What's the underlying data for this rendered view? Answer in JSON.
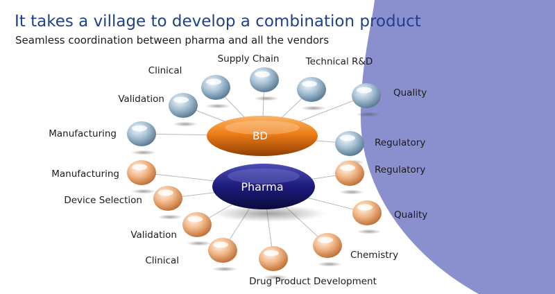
{
  "title": "It takes a village to develop a combination product",
  "subtitle": "Seamless coordination between pharma and all the vendors",
  "hubs": {
    "bd": "BD",
    "pharma": "Pharma"
  },
  "bd_nodes": [
    {
      "label": "Clinical"
    },
    {
      "label": "Supply Chain"
    },
    {
      "label": "Technical R&D"
    },
    {
      "label": "Quality"
    },
    {
      "label": "Validation"
    },
    {
      "label": "Manufacturing"
    },
    {
      "label": "Regulatory"
    }
  ],
  "pharma_nodes": [
    {
      "label": "Manufacturing"
    },
    {
      "label": "Regulatory"
    },
    {
      "label": "Device Selection"
    },
    {
      "label": "Quality"
    },
    {
      "label": "Validation"
    },
    {
      "label": "Clinical"
    },
    {
      "label": "Chemistry"
    },
    {
      "label": "Drug Product Development"
    }
  ],
  "colors": {
    "title": "#1f3f8f",
    "bd_hub": "#e8730e",
    "pharma_hub": "#1c1a78",
    "bd_sphere": "#8faec6",
    "pharma_sphere": "#eaa46a",
    "right_shape": "#8a8fce",
    "connector": "#b8b8b8"
  }
}
